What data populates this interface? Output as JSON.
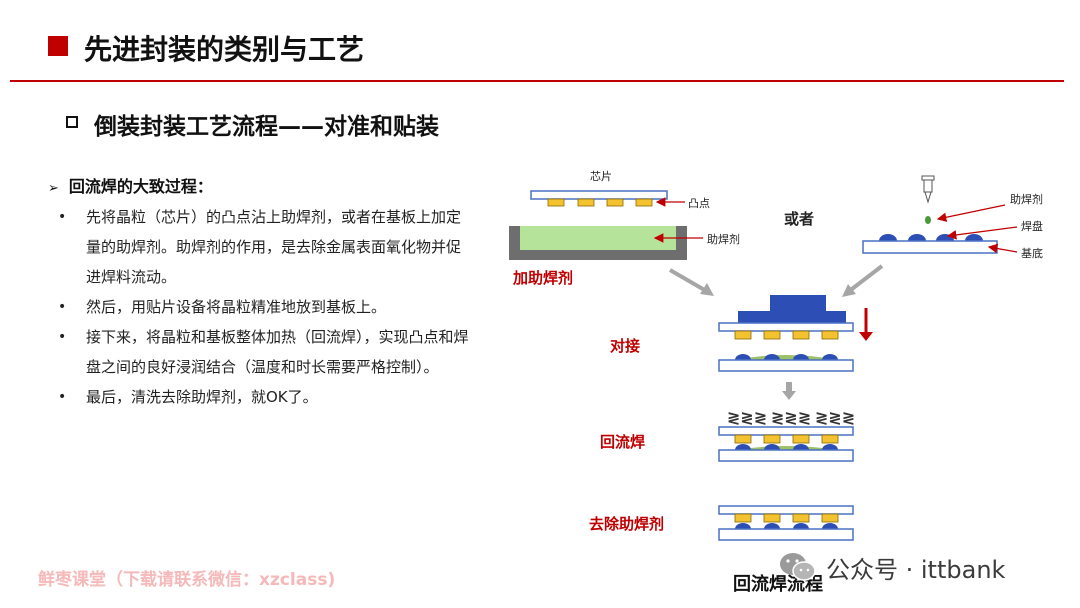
{
  "header": {
    "title": "先进封装的类别与工艺",
    "subtitle": "倒装封装工艺流程——对准和贴装"
  },
  "left": {
    "section_marker": "➢",
    "section_title": "回流焊的大致过程：",
    "bullet_marker": "•",
    "bullets": [
      "先将晶粒（芯片）的凸点沾上助焊剂，或者在基板上加定量的助焊剂。助焊剂的作用，是去除金属表面氧化物并促进焊料流动。",
      "然后，用贴片设备将晶粒精准地放到基板上。",
      "接下来，将晶粒和基板整体加热（回流焊），实现凸点和焊盘之间的良好浸润结合（温度和时长需要严格控制）。",
      "最后，清洗去除助焊剂，就OK了。"
    ]
  },
  "diagram": {
    "chip_label": "芯片",
    "bump_label": "凸点",
    "flux_label_left": "助焊剂",
    "add_flux_label": "加助焊剂",
    "or_label": "或者",
    "flux_label_right": "助焊剂",
    "pad_label": "焊盘",
    "substrate_label": "基底",
    "step_align": "对接",
    "step_reflow": "回流焊",
    "step_clean": "去除助焊剂",
    "flow_title": "回流焊流程",
    "heat_symbol": "≷≷≷",
    "colors": {
      "red_text": "#c00000",
      "chip_outline": "#4a70c4",
      "bump": "#f2c230",
      "flux": "#b5e39a",
      "pad": "#2d4fb5",
      "tray": "#777777"
    }
  },
  "footer": {
    "watermark": "鲜枣课堂（下载请联系微信：xzclass)",
    "credit": "公众号 · ittbank"
  }
}
